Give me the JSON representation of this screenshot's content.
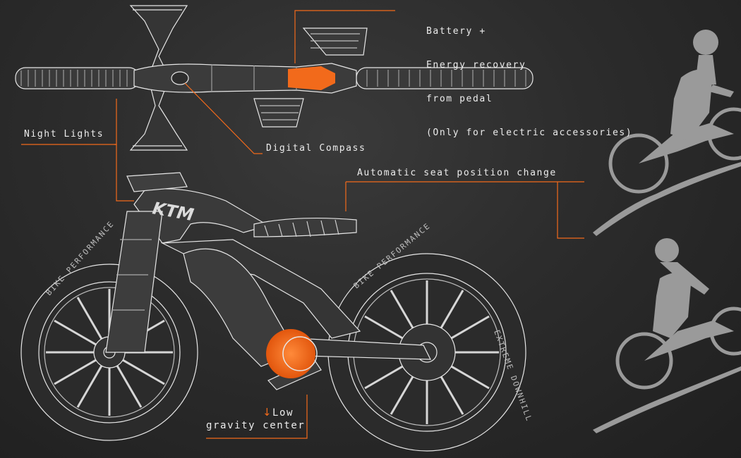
{
  "labels": {
    "battery_lines": [
      "Battery +",
      "Energy recovery",
      "from pedal",
      "(Only for electric accessories)"
    ],
    "night_lights": "Night Lights",
    "digital_compass": "Digital Compass",
    "seat_change": "Automatic seat position change",
    "low": "Low",
    "gravity_center": "gravity center"
  },
  "bike": {
    "logo": "KTM",
    "front_tire_text": "BIKE PERFORMANCE",
    "rear_tire_text": "BIKE PERFORMANCE",
    "side_tire_text": "EXTREME DOWNHILL"
  },
  "icons": {
    "low_indicator": "arrow-down-icon"
  },
  "colors": {
    "background": "#2c2c2c",
    "wireframe": "#e6e6e6",
    "accent": "#f26a1b",
    "text": "#ececec",
    "silhouette": "#9a9a9a"
  }
}
